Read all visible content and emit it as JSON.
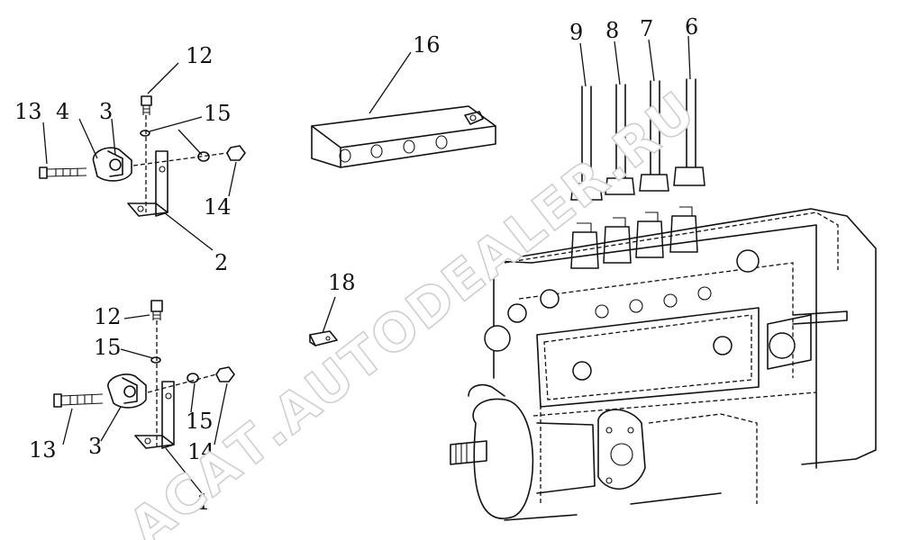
{
  "diagram": {
    "callouts": [
      {
        "id": "c12a",
        "text": "12"
      },
      {
        "id": "c13a",
        "text": "13"
      },
      {
        "id": "c4",
        "text": "4"
      },
      {
        "id": "c3a",
        "text": "3"
      },
      {
        "id": "c15a",
        "text": "15"
      },
      {
        "id": "c14a",
        "text": "14"
      },
      {
        "id": "c2",
        "text": "2"
      },
      {
        "id": "c16",
        "text": "16"
      },
      {
        "id": "c9",
        "text": "9"
      },
      {
        "id": "c8",
        "text": "8"
      },
      {
        "id": "c7",
        "text": "7"
      },
      {
        "id": "c6",
        "text": "6"
      },
      {
        "id": "c18",
        "text": "18"
      },
      {
        "id": "c12b",
        "text": "12"
      },
      {
        "id": "c15b",
        "text": "15"
      },
      {
        "id": "c13b",
        "text": "13"
      },
      {
        "id": "c3b",
        "text": "3"
      },
      {
        "id": "c15c",
        "text": "15"
      },
      {
        "id": "c14b",
        "text": "14"
      },
      {
        "id": "c1",
        "text": "1"
      }
    ],
    "watermark": "АСАТ.AUTODEALER.RU"
  }
}
